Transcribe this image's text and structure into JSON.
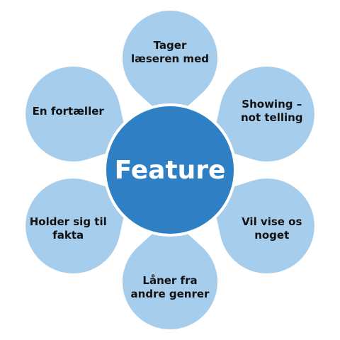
{
  "center": {
    "label": "Feature",
    "fill": "#2e7fc4",
    "stroke": "#ffffff"
  },
  "petal_fill": "#a7cdec",
  "petal_stroke": "#ffffff",
  "petals": [
    {
      "label": "Tager\nlæseren med"
    },
    {
      "label": "Showing –\nnot telling"
    },
    {
      "label": "Vil vise os\nnoget"
    },
    {
      "label": "Låner fra\nandre genrer"
    },
    {
      "label": "Holder sig til\nfakta"
    },
    {
      "label": "En fortæller"
    }
  ]
}
